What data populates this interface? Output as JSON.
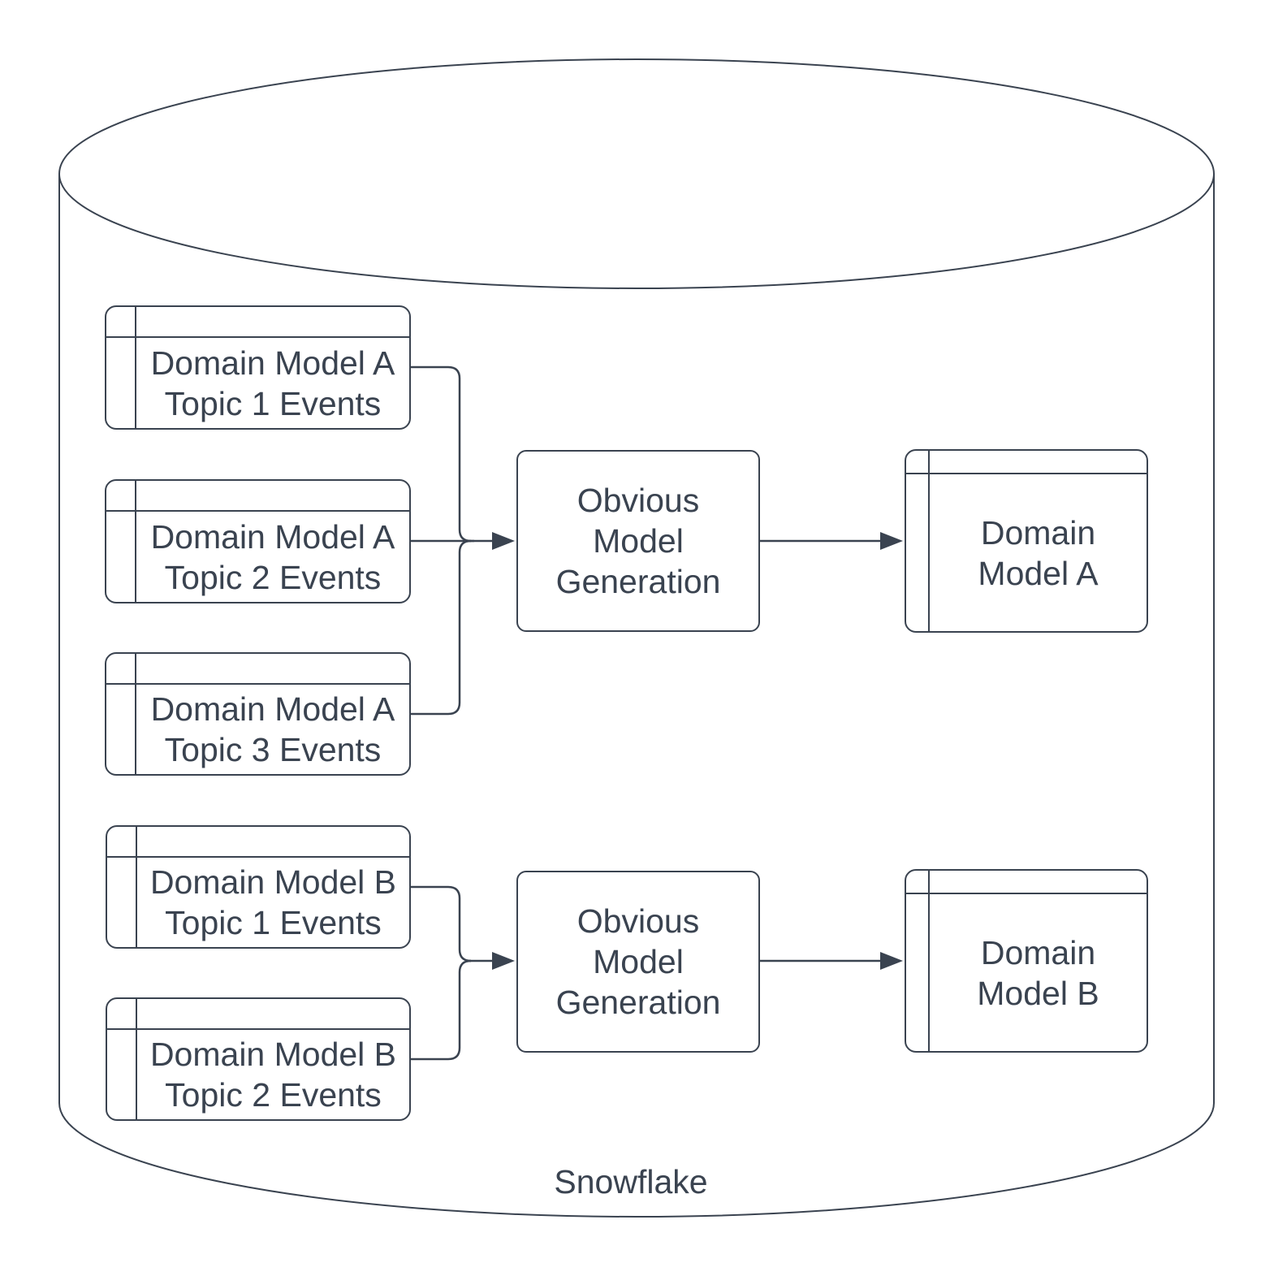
{
  "colors": {
    "stroke": "#3a4350",
    "text": "#3a4350",
    "background": "#ffffff"
  },
  "cylinder": {
    "label": "Snowflake"
  },
  "flows": [
    {
      "sources": [
        {
          "lines": [
            "Domain Model A",
            "Topic 1 Events"
          ]
        },
        {
          "lines": [
            "Domain Model A",
            "Topic 2 Events"
          ]
        },
        {
          "lines": [
            "Domain Model A",
            "Topic 3 Events"
          ]
        }
      ],
      "process": {
        "lines": [
          "Obvious",
          "Model",
          "Generation"
        ]
      },
      "output": {
        "lines": [
          "Domain",
          "Model A"
        ]
      }
    },
    {
      "sources": [
        {
          "lines": [
            "Domain Model B",
            "Topic 1 Events"
          ]
        },
        {
          "lines": [
            "Domain Model B",
            "Topic 2 Events"
          ]
        }
      ],
      "process": {
        "lines": [
          "Obvious",
          "Model",
          "Generation"
        ]
      },
      "output": {
        "lines": [
          "Domain",
          "Model B"
        ]
      }
    }
  ]
}
